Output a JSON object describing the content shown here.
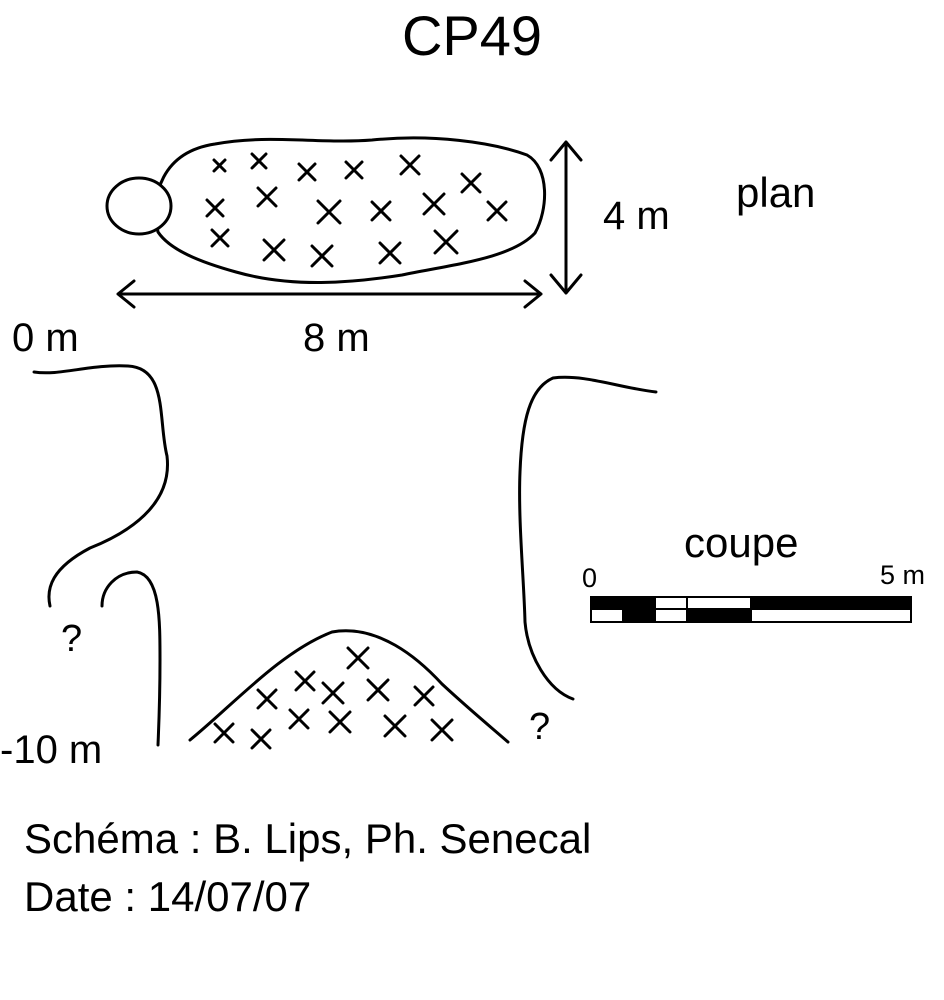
{
  "title": "CP49",
  "plan": {
    "label": "plan",
    "width_label": "4 m",
    "length_label": "8 m"
  },
  "section": {
    "label": "coupe",
    "depth_top": "0 m",
    "depth_bottom": "-10 m",
    "unknown_left": "?",
    "unknown_right": "?"
  },
  "scale_bar": {
    "min_label": "0",
    "max_label": "5 m"
  },
  "credits": "Schéma : B. Lips, Ph. Senecal",
  "date": "Date : 14/07/07",
  "colors": {
    "ink": "#000000",
    "background": "#ffffff"
  }
}
